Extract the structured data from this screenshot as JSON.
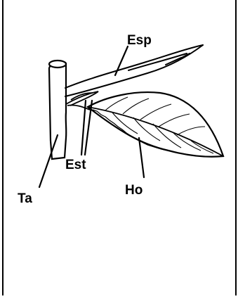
{
  "labels": {
    "spine": "Esp",
    "stipules": "Est",
    "stem": "Ta",
    "leaf": "Ho"
  }
}
